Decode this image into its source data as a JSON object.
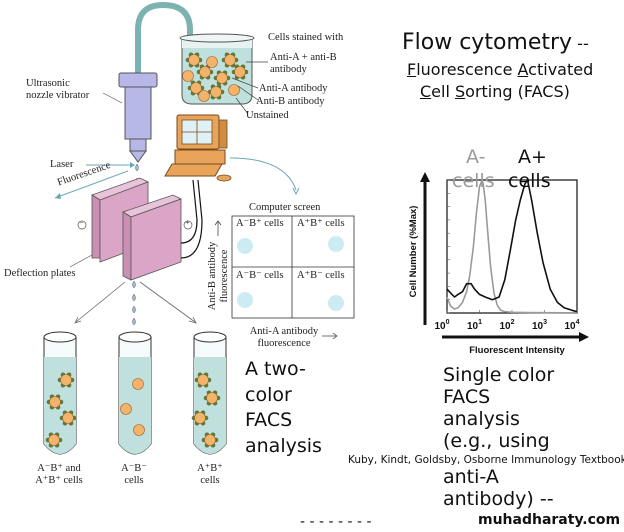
{
  "title": {
    "line1": "Flow cytometry",
    "line1_suffix": "--",
    "line2_parts": [
      {
        "u": "F",
        "rest": "luorescence "
      },
      {
        "u": "A",
        "rest": "ctivated"
      }
    ],
    "line3_parts": [
      {
        "u": "C",
        "rest": "ell "
      },
      {
        "u": "S",
        "rest": "orting (FACS)"
      }
    ]
  },
  "diagram": {
    "labels": {
      "nozzle_line1": "Ultrasonic",
      "nozzle_line2": "nozzle vibrator",
      "beaker_title": "Cells stained with",
      "beaker_antiab_1": "Anti-A + anti-B",
      "beaker_antiab_2": "antibody",
      "beaker_anti_a": "Anti-A antibody",
      "beaker_anti_b": "Anti-B antibody",
      "beaker_unstained": "Unstained",
      "laser": "Laser",
      "fluorescence": "Fluorescence",
      "deflection_plates": "Deflection plates",
      "minus_sign": "−",
      "plus_sign": "+"
    },
    "computer_screen": {
      "title": "Computer screen",
      "y_axis_line1": "Anti-B antibody",
      "y_axis_line2": "fluorescence",
      "x_axis_line1": "Anti-A antibody",
      "x_axis_line2": "fluorescence",
      "quadrants": [
        "A⁻B⁺ cells",
        "A⁺B⁺ cells",
        "A⁻B⁻ cells",
        "A⁺B⁻ cells"
      ]
    },
    "tubes": [
      {
        "line1": "A⁻B⁺ and",
        "line2": "A⁺B⁺ cells"
      },
      {
        "line1": "A⁻B⁻",
        "line2": "cells"
      },
      {
        "line1": "A⁺B⁺",
        "line2": "cells"
      }
    ],
    "colors": {
      "liquid": "#bfe0dc",
      "nozzle": "#b7b8e8",
      "plate": "#dba5c8",
      "computer": "#e8a45a",
      "cell": "#f2b46a",
      "antibody": "#5d7a3a"
    }
  },
  "two_color_caption": [
    "A two-",
    "color",
    "FACS",
    "analysis"
  ],
  "single_color_caption": [
    "Single color",
    "FACS",
    "analysis",
    "(e.g., using",
    "anti-A",
    "antibody) --",
    "- - - - - - - -"
  ],
  "credit": "Kuby, Kindt, Goldsby, Osborne Immunology Textbook",
  "watermark": "muhadharaty.com",
  "chart_data": {
    "type": "line",
    "title": "",
    "xlabel": "Fluorescent Intensity",
    "ylabel": "Cell Number (%Max)",
    "xscale": "log",
    "xlim": [
      1,
      10000
    ],
    "ylim": [
      0,
      100
    ],
    "xticks": [
      {
        "value": 1,
        "base": "10",
        "exp": "0"
      },
      {
        "value": 10,
        "base": "10",
        "exp": "1"
      },
      {
        "value": 100,
        "base": "10",
        "exp": "2"
      },
      {
        "value": 1000,
        "base": "10",
        "exp": "3"
      },
      {
        "value": 10000,
        "base": "10",
        "exp": "4"
      }
    ],
    "series": [
      {
        "name": "A- cells",
        "label_line1": "A-",
        "label_line2": "cells",
        "color": "#9a9a9a",
        "x": [
          1,
          1.3,
          1.7,
          2.2,
          3,
          4,
          5,
          6.5,
          8,
          10,
          12,
          13,
          15,
          18,
          22,
          28,
          35,
          45,
          60,
          100,
          300,
          1000,
          10000
        ],
        "y": [
          12,
          5,
          3,
          4,
          8,
          16,
          28,
          50,
          75,
          95,
          100,
          97,
          85,
          60,
          35,
          15,
          6,
          2,
          1,
          0.5,
          0.3,
          0.2,
          0.1
        ]
      },
      {
        "name": "A+ cells",
        "label_line1": "A+",
        "label_line2": "cells",
        "color": "#111111",
        "x": [
          1,
          1.3,
          1.7,
          2.2,
          3,
          4,
          5.5,
          7,
          10,
          15,
          25,
          40,
          60,
          90,
          130,
          180,
          250,
          300,
          400,
          600,
          900,
          1500,
          2500,
          4000,
          7000,
          10000
        ],
        "y": [
          18,
          15,
          12,
          14,
          16,
          22,
          22,
          18,
          14,
          12,
          10,
          12,
          25,
          48,
          70,
          85,
          97,
          100,
          85,
          60,
          38,
          18,
          8,
          4,
          2,
          1
        ]
      }
    ]
  }
}
